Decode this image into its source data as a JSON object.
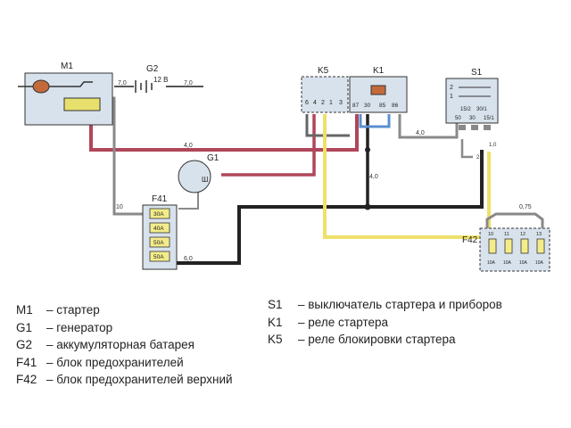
{
  "components": {
    "m1": {
      "label": "M1"
    },
    "g2": {
      "label": "G2",
      "voltage": "12 В"
    },
    "k5": {
      "label": "K5",
      "pins": [
        "6",
        "4",
        "2",
        "1",
        "3"
      ]
    },
    "k1": {
      "label": "K1",
      "pins": [
        "87",
        "30",
        "85",
        "86"
      ]
    },
    "s1": {
      "label": "S1",
      "pins_left": [
        "2",
        "1"
      ],
      "pins_mid": [
        "15/2",
        "30/1"
      ],
      "pins_bottom": [
        "50",
        "30",
        "15/1"
      ]
    },
    "g1": {
      "label": "G1",
      "terminal": "Ш"
    },
    "f41": {
      "label": "F41",
      "fuses": [
        "30А",
        "40А",
        "50А",
        "50А"
      ]
    },
    "f42": {
      "label": "F42",
      "fuses": [
        "10А",
        "10А",
        "10А",
        "10А"
      ],
      "pins": [
        "10",
        "11",
        "12",
        "13"
      ]
    }
  },
  "wire_labels": {
    "red_main": "4,0",
    "m1_g2": "7,0",
    "g2_ground": "7,0",
    "m1_f41": "10",
    "f41_black": "6,0",
    "k1_black": "4,0",
    "k1_s1": "4,0",
    "s1_a": "2,5",
    "s1_b": "1,0",
    "f42_top": "0,75"
  },
  "legend_left": [
    {
      "code": "M1",
      "text": "–  стартер"
    },
    {
      "code": "G1",
      "text": "–  генератор"
    },
    {
      "code": "G2",
      "text": "–  аккумуляторная батарея"
    },
    {
      "code": "F41",
      "text": "–  блок предохранителей"
    },
    {
      "code": "F42",
      "text": "–  блок предохранителей верхний"
    }
  ],
  "legend_right": [
    {
      "code": "S1",
      "text": "–  выключатель стартера и приборов"
    },
    {
      "code": "K1",
      "text": "–  реле стартера"
    },
    {
      "code": "K5",
      "text": "–  реле блокировки стартера"
    }
  ],
  "colors": {
    "red": "#b0465a",
    "black": "#222222",
    "yellow": "#efe06a",
    "blue": "#5a8fd0",
    "grey": "#8a8a8a",
    "box_fill": "#d8e2ec",
    "fuse": "#f3ec8a"
  }
}
